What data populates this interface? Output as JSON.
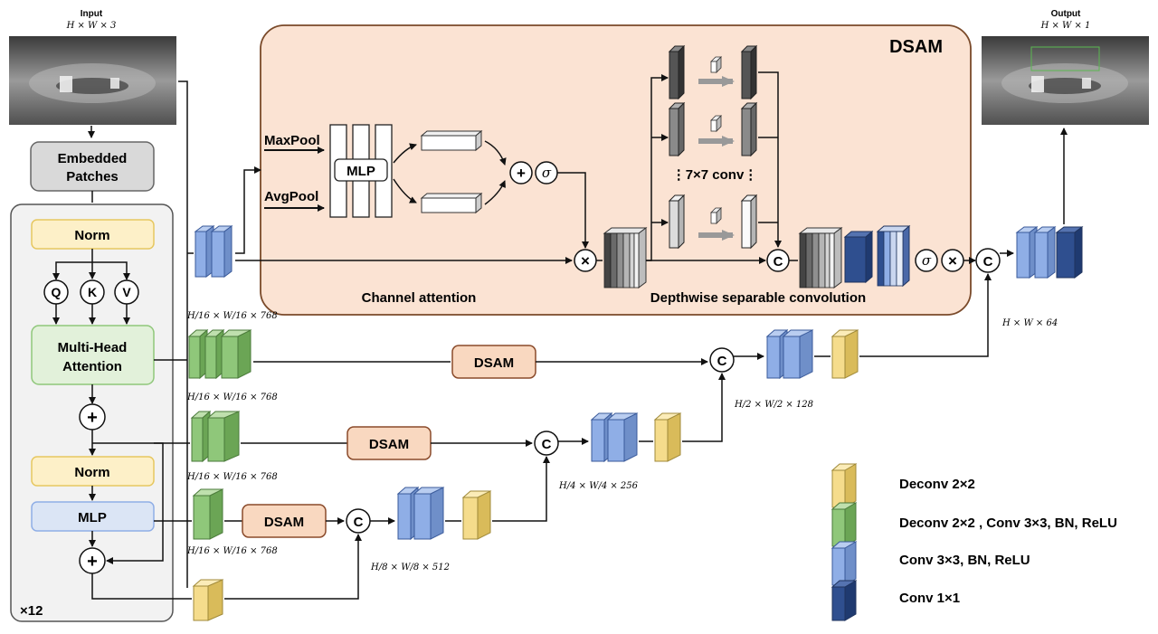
{
  "input": {
    "label": "Input",
    "dims": "H × W × 3"
  },
  "output": {
    "label": "Output",
    "dims": "H × W × 1"
  },
  "encoder": {
    "embed_line1": "Embedded",
    "embed_line2": "Patches",
    "norm": "Norm",
    "q": "Q",
    "k": "K",
    "v": "V",
    "mha_line1": "Multi-Head",
    "mha_line2": "Attention",
    "plus": "+",
    "norm2": "Norm",
    "mlp": "MLP",
    "repeat": "×12"
  },
  "dsam": {
    "title": "DSAM",
    "maxpool": "MaxPool",
    "avgpool": "AvgPool",
    "mlp": "MLP",
    "plus": "+",
    "sigma": "σ",
    "times": "×",
    "conv7": "⋮7×7 conv⋮",
    "concat": "C",
    "channel_attention": "Channel attention",
    "depthwise": "Depthwise separable convolution"
  },
  "blocks": {
    "dsam": "DSAM",
    "concat": "C"
  },
  "dims": {
    "feat16": "H/16 × W/16 × 768",
    "s8": "H/8 × W/8 × 512",
    "s4": "H/4 × W/4 × 256",
    "s2": "H/2 × W/2 × 128",
    "full": "H × W × 64"
  },
  "legend": [
    {
      "label": "Deconv 2×2",
      "color": "#f5dc8c"
    },
    {
      "label": "Deconv 2×2 , Conv 3×3, BN, ReLU",
      "color": "#8fc77a"
    },
    {
      "label": "Conv 3×3, BN, ReLU",
      "color": "#8faee6"
    },
    {
      "label": "Conv 1×1",
      "color": "#2f4f8f"
    }
  ],
  "colors": {
    "dsam_bg": "#fbe3d3",
    "dsam_border": "#7a4a2a",
    "yellow": "#f5dc8c",
    "green": "#8fc77a",
    "blue": "#8faee6",
    "navy": "#2f4f8f",
    "norm": "#fdf0c8",
    "mha": "#e2f1da",
    "mlp": "#dbe5f5"
  }
}
